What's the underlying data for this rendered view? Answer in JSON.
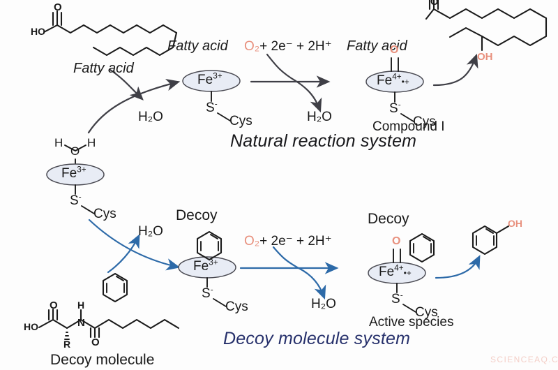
{
  "figure": {
    "background": "#fdfdfd",
    "accent_blue": "#2d6aa8",
    "accent_navy": "#26306b",
    "accent_red": "#e8907d",
    "ink": "#1a1a1a"
  },
  "watermark": {
    "text": "SCIENCEAQ.COM",
    "color": "#f4cfc8"
  },
  "systems": [
    {
      "id": "natural",
      "title": "Natural reaction system",
      "color": "#18181b"
    },
    {
      "id": "decoy",
      "title": "Decoy molecule system",
      "color": "#26306b"
    }
  ],
  "natural": {
    "substrate_structure_label": "Fatty acid",
    "substrate_binding_label": "Fatty acid",
    "bound_substrate_label": "Fatty acid",
    "carboxyl_label": "HO",
    "carbonyl_label": "O",
    "resting_iron": "Fe",
    "resting_charge": "3+",
    "thiolate": "S",
    "thiolate_charge": "-",
    "cysteine": "Cys",
    "water_out_1": "H₂O",
    "water_out_2": "H₂O",
    "oxidant": {
      "o2": "O₂",
      "rest": "+ 2e⁻ + 2H⁺"
    },
    "compound_i": {
      "oxo": "O",
      "iron": "Fe",
      "charge": "4+",
      "radical": "•+",
      "thiolate": "S",
      "thiolate_charge": "-",
      "cysteine": "Cys",
      "name": "Compound I"
    },
    "product_hydroxyl": "OH",
    "product_carbonyl": "O",
    "product_carboxyl": "O"
  },
  "resting_complex": {
    "h_left": "H",
    "oxygen": "O",
    "h_right": "H",
    "iron": "Fe",
    "charge": "3+",
    "thiolate": "S",
    "thiolate_charge": "-",
    "cysteine": "Cys"
  },
  "decoy": {
    "decoy_label_left": "Decoy",
    "decoy_label_right": "Decoy",
    "molecule_name": "Decoy molecule",
    "molecule_carboxyl": "HO",
    "molecule_carbonyl_acid": "O",
    "molecule_amide_nh": "N",
    "molecule_amide_h": "H",
    "molecule_amide_o": "O",
    "molecule_r_group": "R",
    "water_out_1": "H₂O",
    "water_out_2": "H₂O",
    "oxidant": {
      "o2": "O₂",
      "rest": "+ 2e⁻ + 2H⁺"
    },
    "resting_iron": "Fe",
    "resting_charge": "3+",
    "thiolate": "S",
    "thiolate_charge": "-",
    "cysteine": "Cys",
    "active_species": {
      "oxo": "O",
      "iron": "Fe",
      "charge": "4+",
      "radical": "•+",
      "thiolate": "S",
      "thiolate_charge": "-",
      "cysteine": "Cys",
      "name": "Active species"
    },
    "product_hydroxyl": "OH"
  }
}
